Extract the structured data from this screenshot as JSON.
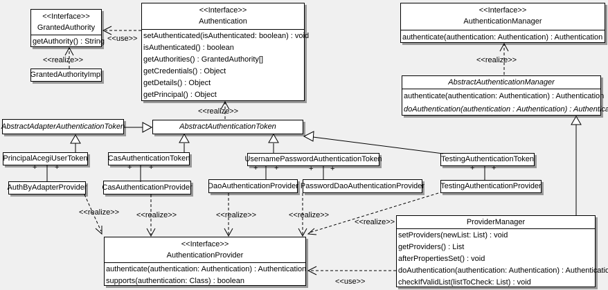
{
  "diagram": {
    "bg_color": "#f0f0f0",
    "box_fill": "#ffffff",
    "line_color": "#000000",
    "shadow_color": "#999999",
    "labels": {
      "realize": "<<realize>>",
      "use": "<<use>>",
      "plus": "+"
    },
    "classes": {
      "granted_authority": {
        "stereotype": "<<Interface>>",
        "name": "GrantedAuthority",
        "methods": [
          "getAuthority() : String"
        ]
      },
      "granted_authority_impl": {
        "name": "GrantedAuthorityImpl"
      },
      "authentication": {
        "stereotype": "<<Interface>>",
        "name": "Authentication",
        "methods": [
          "setAuthenticated(isAuthenticated: boolean) : void",
          "isAuthenticated() : boolean",
          "getAuthorities() : GrantedAuthority[]",
          "getCredentials() : Object",
          "getDetails() : Object",
          "getPrincipal() : Object"
        ]
      },
      "authentication_manager": {
        "stereotype": "<<Interface>>",
        "name": "AuthenticationManager",
        "methods": [
          "authenticate(authentication: Authentication) : Authentication"
        ]
      },
      "abstract_authentication_manager": {
        "name": "AbstractAuthenticationManager",
        "methods": [
          "authenticate(authentication: Authentication) : Authentication",
          "doAuthentication(authentication : Authentication) : Authentication"
        ]
      },
      "abstract_adapter_authentication_token": {
        "name": "AbstractAdapterAuthenticationToken"
      },
      "abstract_authentication_token": {
        "name": "AbstractAuthenticationToken"
      },
      "principal_acegi_user_token": {
        "name": "PrincipalAcegiUserToken"
      },
      "cas_authentication_token": {
        "name": "CasAuthenticationToken"
      },
      "username_password_authentication_token": {
        "name": "UsernamePasswordAuthenticationToken"
      },
      "testing_authentication_token": {
        "name": "TestingAuthenticationToken"
      },
      "auth_by_adapter_provider": {
        "name": "AuthByAdapterProvider"
      },
      "cas_authentication_provider": {
        "name": "CasAuthenticationProvider"
      },
      "dao_authentication_provider": {
        "name": "DaoAuthenticationProvider"
      },
      "password_dao_authentication_provider": {
        "name": "PasswordDaoAuthenticationProvider"
      },
      "testing_authentication_provider": {
        "name": "TestingAuthenticationProvider"
      },
      "authentication_provider": {
        "stereotype": "<<Interface>>",
        "name": "AuthenticationProvider",
        "methods": [
          "authenticate(authentication: Authentication) : Authentication",
          "supports(authentication: Class) : boolean"
        ]
      },
      "provider_manager": {
        "name": "ProviderManager",
        "methods": [
          "setProviders(newList: List) : void",
          "getProviders() : List",
          "afterPropertiesSet() : void",
          "doAuthentication(authentication: Authentication) : Authentication",
          "checkIfValidList(listToCheck: List) : void"
        ]
      }
    }
  }
}
